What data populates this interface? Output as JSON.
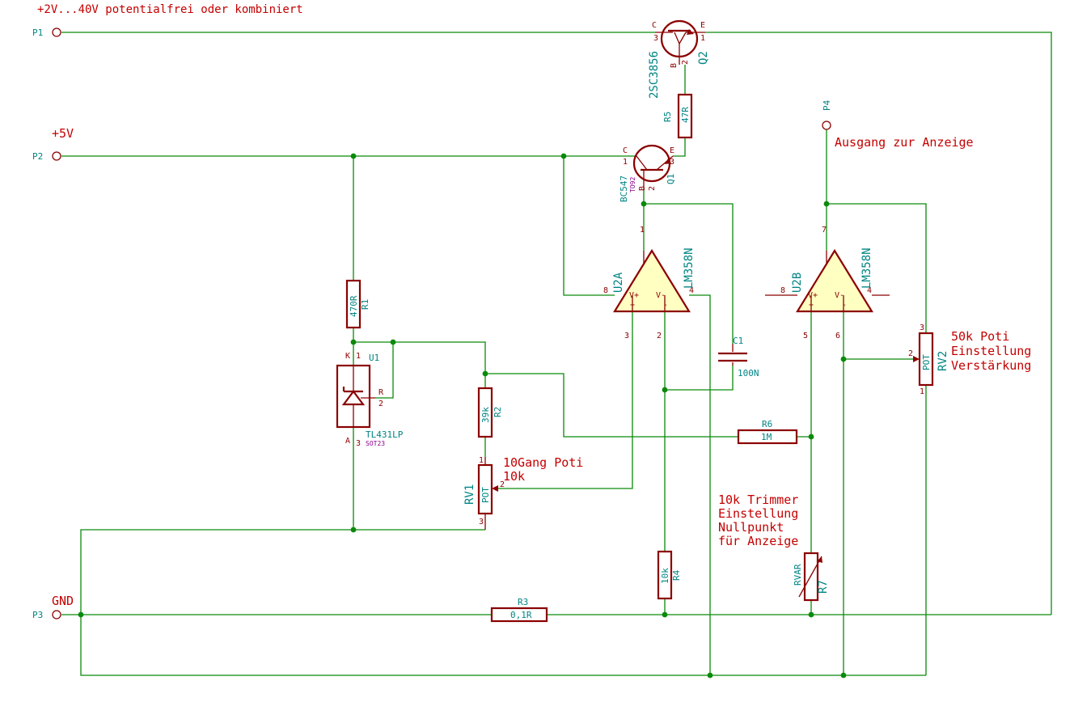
{
  "notes": {
    "top_supply": "+2V...40V potentialfrei oder kombiniert",
    "plus5": "+5V",
    "gnd": "GND",
    "output": "Ausgang zur Anzeige",
    "poti50k_1": "50k Poti",
    "poti50k_2": "Einstellung",
    "poti50k_3": "Verstärkung",
    "poti10g_1": "10Gang Poti",
    "poti10g_2": "10k",
    "trimmer_1": "10k Trimmer",
    "trimmer_2": "Einstellung",
    "trimmer_3": "Nullpunkt",
    "trimmer_4": "für Anzeige"
  },
  "ports": {
    "p1": "P1",
    "p2": "P2",
    "p3": "P3",
    "p4": "P4"
  },
  "components": {
    "q2": {
      "ref": "Q2",
      "value": "2SC3856",
      "c": "C",
      "b": "B",
      "e": "E",
      "p1": "1",
      "p2": "2",
      "p3": "3"
    },
    "q1": {
      "ref": "Q1",
      "value": "BC547",
      "pkg": "TO92",
      "c": "C",
      "b": "B",
      "e": "E",
      "p1": "1",
      "p2": "2",
      "p3": "3"
    },
    "r5": {
      "ref": "R5",
      "value": "47R"
    },
    "r1": {
      "ref": "R1",
      "value": "470R"
    },
    "u1": {
      "ref": "U1",
      "value": "TL431LP",
      "pkg": "SOT23",
      "k": "K",
      "a": "A",
      "r": "R",
      "p1": "1",
      "p2": "2",
      "p3": "3"
    },
    "r2": {
      "ref": "R2",
      "value": "39k"
    },
    "rv1": {
      "ref": "RV1",
      "value": "POT",
      "p1": "1",
      "p2": "2",
      "p3": "3"
    },
    "u2a": {
      "ref": "U2A",
      "value": "LM358N",
      "vp": "V+",
      "vm": "V-",
      "plus": "+",
      "minus": "-",
      "p1": "1",
      "p2": "2",
      "p3": "3",
      "p4": "4",
      "p8": "8"
    },
    "u2b": {
      "ref": "U2B",
      "value": "LM358N",
      "vp": "V+",
      "vm": "V-",
      "plus": "+",
      "minus": "-",
      "p4": "4",
      "p5": "5",
      "p6": "6",
      "p7": "7",
      "p8": "8"
    },
    "c1": {
      "ref": "C1",
      "value": "100N"
    },
    "r6": {
      "ref": "R6",
      "value": "1M"
    },
    "r4": {
      "ref": "R4",
      "value": "10k"
    },
    "r3": {
      "ref": "R3",
      "value": "0,1R"
    },
    "r7": {
      "ref": "R7",
      "value": "RVAR"
    },
    "rv2": {
      "ref": "RV2",
      "value": "POT",
      "p1": "1",
      "p2": "2",
      "p3": "3"
    }
  },
  "colors": {
    "wire": "#0a8a0a",
    "component": "#8b0000",
    "label": "#008484",
    "note": "#c40000",
    "opamp_fill": "#ffffc2"
  }
}
